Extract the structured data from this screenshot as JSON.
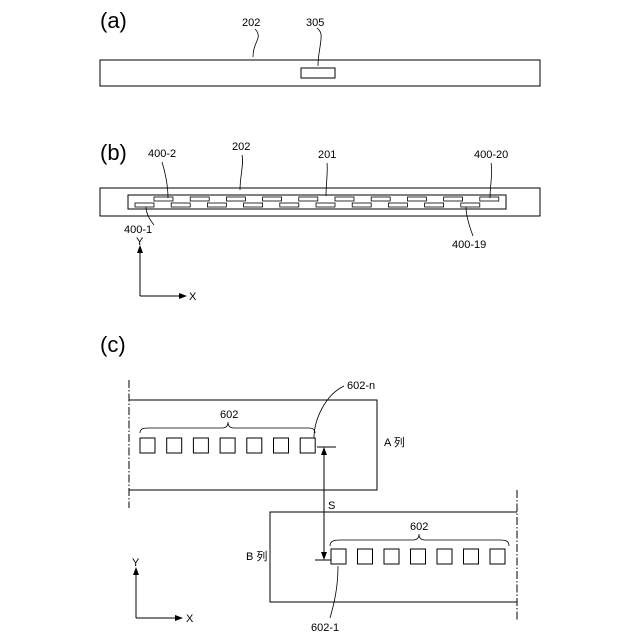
{
  "figure": {
    "panel_a": {
      "label": "(a)",
      "ref_board": "202",
      "ref_part": "305"
    },
    "panel_b": {
      "label": "(b)",
      "ref_first_top": "400-2",
      "ref_board": "202",
      "ref_bar": "201",
      "ref_last_top": "400-20",
      "ref_first_bottom": "400-1",
      "ref_last_bottom": "400-19",
      "axis_y": "Y",
      "axis_x": "X"
    },
    "panel_c": {
      "label": "(c)",
      "ref_group_top": "602",
      "ref_end_top": "602-n",
      "row_a": "A 列",
      "gap": "S",
      "ref_group_bottom": "602",
      "row_b": "B 列",
      "ref_end_bottom": "602-1",
      "axis_y": "Y",
      "axis_x": "X"
    }
  }
}
